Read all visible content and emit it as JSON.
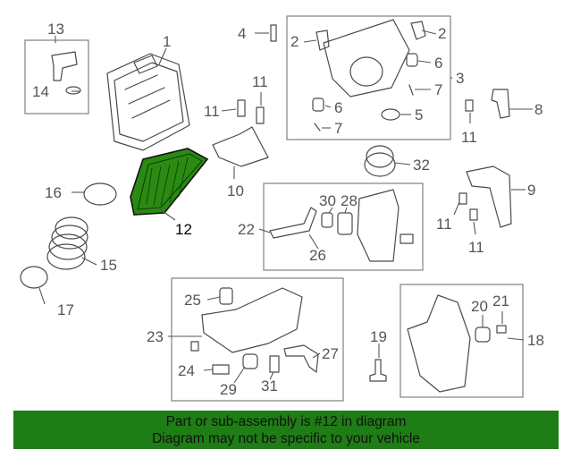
{
  "diagram": {
    "highlight_color": "#2a8a12",
    "callouts": [
      "1",
      "2",
      "2",
      "3",
      "4",
      "5",
      "6",
      "6",
      "7",
      "7",
      "8",
      "9",
      "10",
      "11",
      "11",
      "11",
      "11",
      "11",
      "12",
      "13",
      "14",
      "15",
      "16",
      "17",
      "18",
      "19",
      "20",
      "21",
      "22",
      "23",
      "24",
      "25",
      "26",
      "27",
      "28",
      "29",
      "30",
      "31",
      "32"
    ]
  },
  "banner": {
    "line1": "Part or sub-assembly is #12 in diagram",
    "line2": "Diagram may not be specific to your vehicle",
    "color": "#1e7d15"
  }
}
